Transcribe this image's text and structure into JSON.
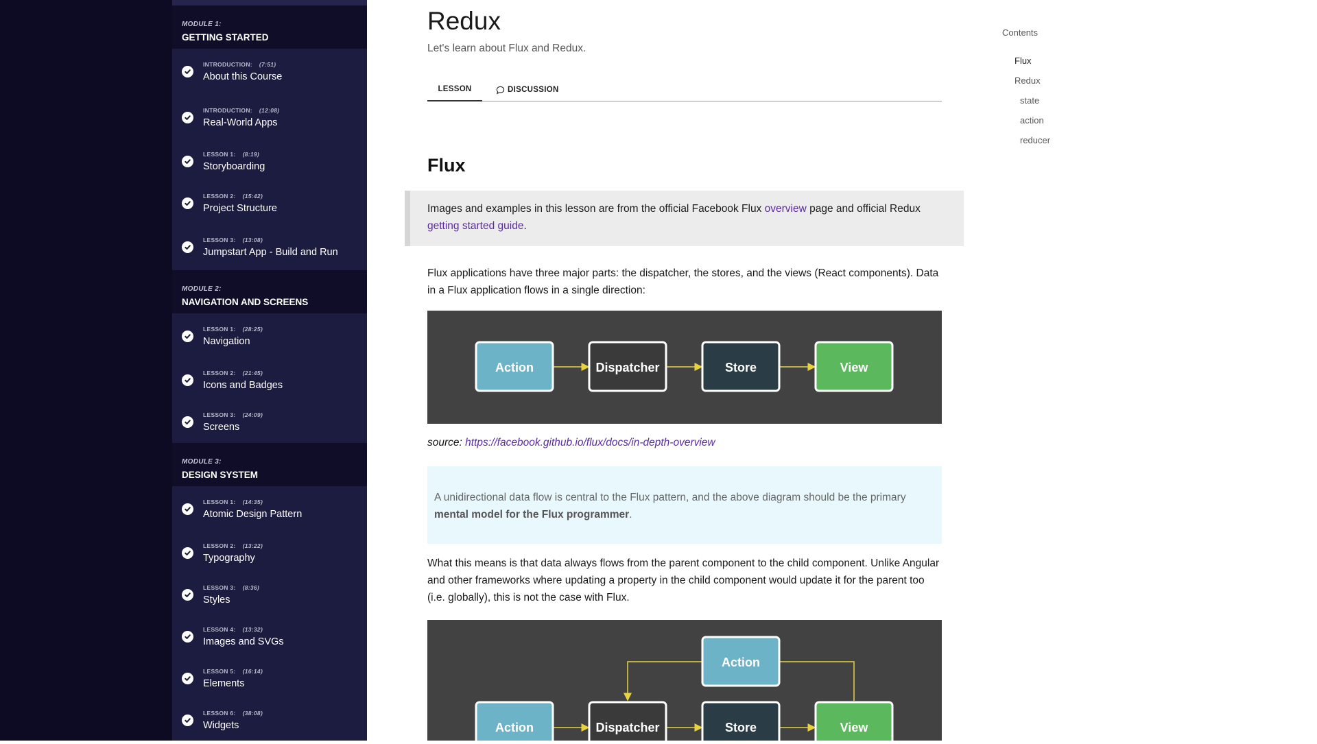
{
  "sidebar": {
    "modules": [
      {
        "label": "MODULE 1:",
        "title": "GETTING STARTED",
        "lessons": [
          {
            "meta": "INTRODUCTION:",
            "duration": "(7:51)",
            "title": "About this Course"
          },
          {
            "meta": "INTRODUCTION:",
            "duration": "(12:08)",
            "title": "Real-World Apps"
          },
          {
            "meta": "LESSON 1:",
            "duration": "(8:19)",
            "title": "Storyboarding"
          },
          {
            "meta": "LESSON 2:",
            "duration": "(15:42)",
            "title": "Project Structure"
          },
          {
            "meta": "LESSON 3:",
            "duration": "(13:08)",
            "title": "Jumpstart App - Build and Run"
          }
        ]
      },
      {
        "label": "MODULE 2:",
        "title": "NAVIGATION AND SCREENS",
        "lessons": [
          {
            "meta": "LESSON 1:",
            "duration": "(28:25)",
            "title": "Navigation"
          },
          {
            "meta": "LESSON 2:",
            "duration": "(21:45)",
            "title": "Icons and Badges"
          },
          {
            "meta": "LESSON 3:",
            "duration": "(24:09)",
            "title": "Screens"
          }
        ]
      },
      {
        "label": "MODULE 3:",
        "title": "DESIGN SYSTEM",
        "lessons": [
          {
            "meta": "LESSON 1:",
            "duration": "(14:35)",
            "title": "Atomic Design Pattern"
          },
          {
            "meta": "LESSON 2:",
            "duration": "(13:22)",
            "title": "Typography"
          },
          {
            "meta": "LESSON 3:",
            "duration": "(8:36)",
            "title": "Styles"
          },
          {
            "meta": "LESSON 4:",
            "duration": "(13:32)",
            "title": "Images and SVGs"
          },
          {
            "meta": "LESSON 5:",
            "duration": "(16:14)",
            "title": "Elements"
          },
          {
            "meta": "LESSON 6:",
            "duration": "(38:08)",
            "title": "Widgets"
          }
        ]
      }
    ]
  },
  "main": {
    "title": "Redux",
    "subtitle": "Let's learn about Flux and Redux.",
    "tabs": {
      "lesson": "LESSON",
      "discussion": "DISCUSSION"
    },
    "heading": "Flux",
    "note": {
      "before": "Images and examples in this lesson are from the official Facebook Flux ",
      "link1": "overview",
      "middle": " page and official Redux ",
      "link2": "getting started guide",
      "after": "."
    },
    "para1": "Flux applications have three major parts: the dispatcher, the stores, and the views (React components). Data in a Flux application flows in a single direction:",
    "diagram1": {
      "boxes": [
        "Action",
        "Dispatcher",
        "Store",
        "View"
      ]
    },
    "source": {
      "label": "source:",
      "url": "https://facebook.github.io/flux/docs/in-depth-overview"
    },
    "quote": {
      "before": "A unidirectional data flow is central to the Flux pattern, and the above diagram should be the primary ",
      "bold": "mental model for the Flux programmer",
      "after": "."
    },
    "para2": "What this means is that data always flows from the parent component to the child component. Unlike Angular and other frameworks where updating a property in the child component would update it for the parent too (i.e. globally), this is not the case with Flux.",
    "diagram2": {
      "top_box": "Action",
      "boxes": [
        "Action",
        "Dispatcher",
        "Store",
        "View"
      ]
    }
  },
  "toc": {
    "title": "Contents",
    "items": [
      "Flux",
      "Redux",
      "state",
      "action",
      "reducer"
    ]
  },
  "colors": {
    "sidebar_bg": "#1c1c40",
    "module_header_bg": "#0f0d28",
    "link": "#5b2aa0",
    "action_box": "#6cb3c8",
    "dispatcher_box": "#3a3a3a",
    "store_box": "#2a3d47",
    "view_box": "#5cb85c",
    "arrow": "#e8d33f"
  }
}
